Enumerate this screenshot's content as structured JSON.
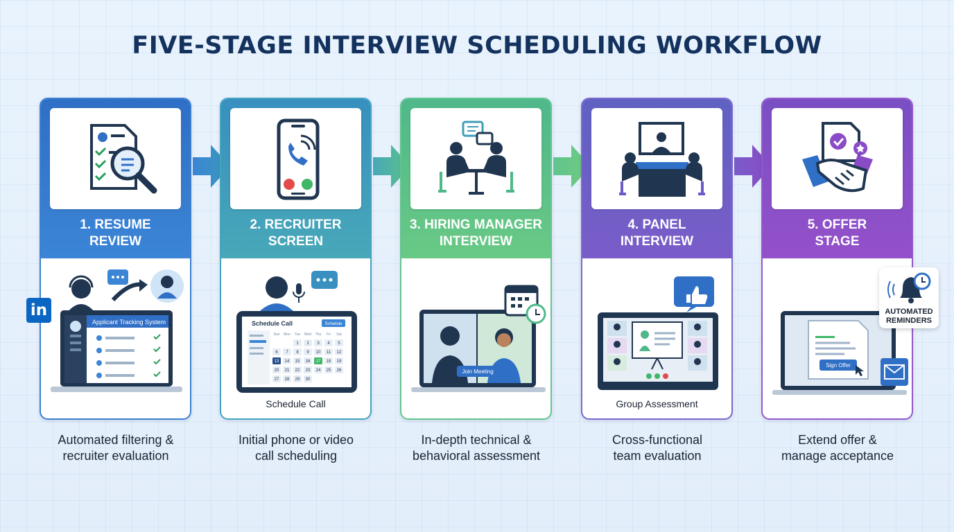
{
  "title": "FIVE-STAGE INTERVIEW SCHEDULING WORKFLOW",
  "colors": {
    "stage1": "#2f6fc6",
    "stage2": "#3a9ab8",
    "stage3": "#5ac28a",
    "stage4": "#6a5cc8",
    "stage5": "#8a4bc6",
    "dark": "#1f3550"
  },
  "stages": [
    {
      "title": "1. RESUME\nREVIEW",
      "description": "Automated filtering &\nrecruiter evaluation",
      "icon": "resume-search-icon",
      "screen": {
        "header": "Applicant Tracking System"
      }
    },
    {
      "title": "2. RECRUITER\nSCREEN",
      "description": "Initial phone or video\ncall scheduling",
      "icon": "phone-call-icon",
      "screen": {
        "header": "Schedule Call",
        "button": "Schedule",
        "days": [
          "Sun",
          "Mon",
          "Tue",
          "Wed",
          "Thu",
          "Fri",
          "Sat"
        ],
        "dates": [
          "1",
          "2",
          "3",
          "4",
          "5",
          "6",
          "7",
          "8",
          "9",
          "10",
          "11",
          "12",
          "13",
          "14",
          "15",
          "16",
          "17",
          "18",
          "19",
          "20",
          "21",
          "22",
          "23",
          "24",
          "25",
          "26",
          "27",
          "28",
          "29",
          "30"
        ]
      },
      "caption": "Schedule Call"
    },
    {
      "title": "3. HIRING MANAGER\nINTERVIEW",
      "description": "In-depth technical &\nbehavioral assessment",
      "icon": "meeting-icon",
      "screen": {
        "button": "Join Meeting"
      }
    },
    {
      "title": "4. PANEL\nINTERVIEW",
      "description": "Cross-functional\nteam evaluation",
      "icon": "panel-presentation-icon",
      "caption": "Group Assessment"
    },
    {
      "title": "5. OFFER\nSTAGE",
      "description": "Extend offer &\nmanage acceptance",
      "icon": "handshake-icon",
      "screen": {
        "button": "Sign Offer"
      },
      "badge": "AUTOMATED\nREMINDERS"
    }
  ],
  "linkedin": "in"
}
